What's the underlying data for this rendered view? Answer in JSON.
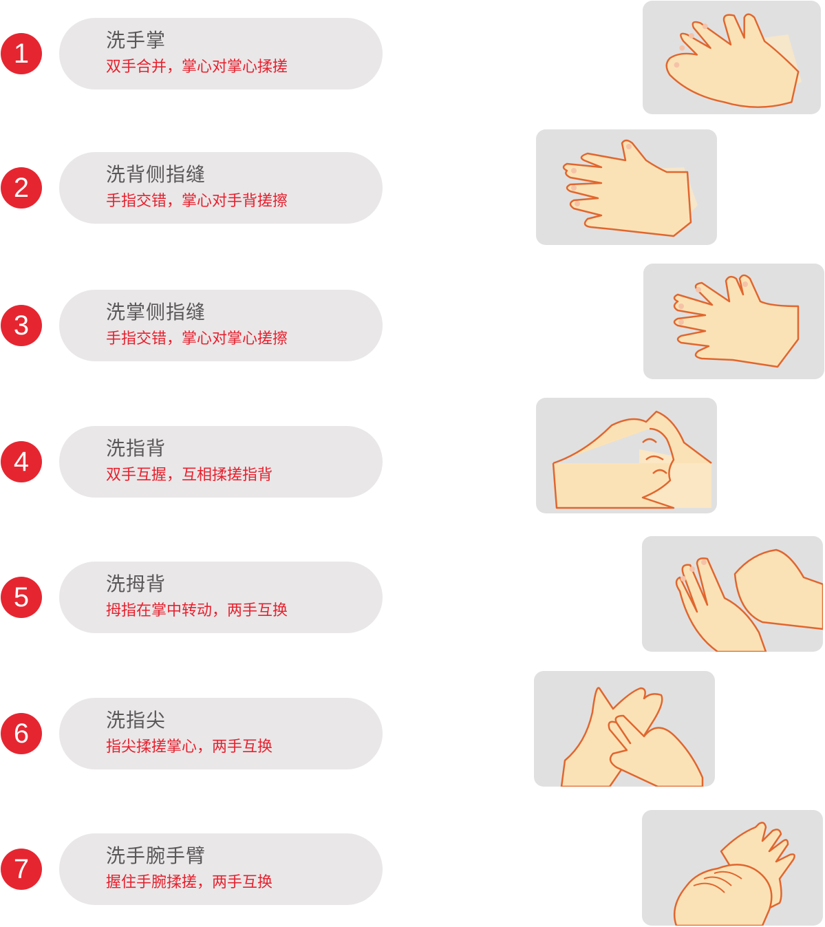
{
  "colors": {
    "badge": "#e52631",
    "pill_bg": "#e9e7e8",
    "title_text": "#595757",
    "desc_text": "#e6212e",
    "card_bg": "#e0e0e0",
    "skin": "#fbe2b6",
    "outline": "#e0662e"
  },
  "steps": [
    {
      "number": "1",
      "title": "洗手掌",
      "desc": "双手合并，掌心对掌心揉搓",
      "image": "palms-together-illustration"
    },
    {
      "number": "2",
      "title": "洗背侧指缝",
      "desc": "手指交错，掌心对手背搓擦",
      "image": "palm-over-back-illustration"
    },
    {
      "number": "3",
      "title": "洗掌侧指缝",
      "desc": "手指交错，掌心对掌心搓擦",
      "image": "interlaced-palms-illustration"
    },
    {
      "number": "4",
      "title": "洗指背",
      "desc": "双手互握，互相揉搓指背",
      "image": "interlocked-fingers-illustration"
    },
    {
      "number": "5",
      "title": "洗拇背",
      "desc": "拇指在掌中转动，两手互换",
      "image": "thumb-rotation-illustration"
    },
    {
      "number": "6",
      "title": "洗指尖",
      "desc": "指尖揉搓掌心，两手互换",
      "image": "fingertips-palm-illustration"
    },
    {
      "number": "7",
      "title": "洗手腕手臂",
      "desc": "握住手腕揉搓，两手互换",
      "image": "wrist-grip-illustration"
    }
  ]
}
